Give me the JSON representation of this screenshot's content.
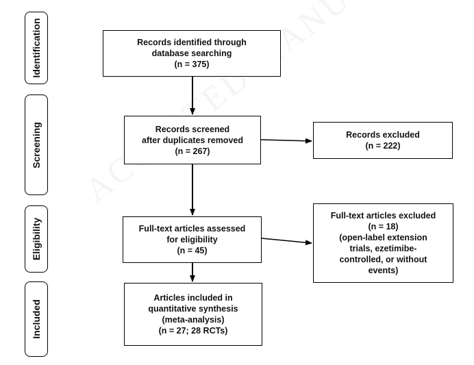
{
  "watermark": "ACCEPTED MANUSCRIPT",
  "stages": {
    "identification": "Identification",
    "screening": "Screening",
    "eligibility": "Eligibility",
    "included": "Included"
  },
  "boxes": {
    "identified": [
      "Records identified through",
      "database searching",
      "(n = 375)"
    ],
    "screened": [
      "Records screened",
      "after duplicates removed",
      "(n = 267)"
    ],
    "excluded": [
      "Records excluded",
      "(n = 222)"
    ],
    "fulltext_assessed": [
      "Full-text articles assessed",
      "for eligibility",
      "(n = 45)"
    ],
    "fulltext_excluded": [
      "Full-text articles excluded",
      "(n = 18)",
      "(open-label extension",
      "trials, ezetimibe-",
      "controlled, or without",
      "events)"
    ],
    "included": [
      "Articles included in",
      "quantitative synthesis",
      "(meta-analysis)",
      "(n = 27; 28 RCTs)"
    ]
  }
}
